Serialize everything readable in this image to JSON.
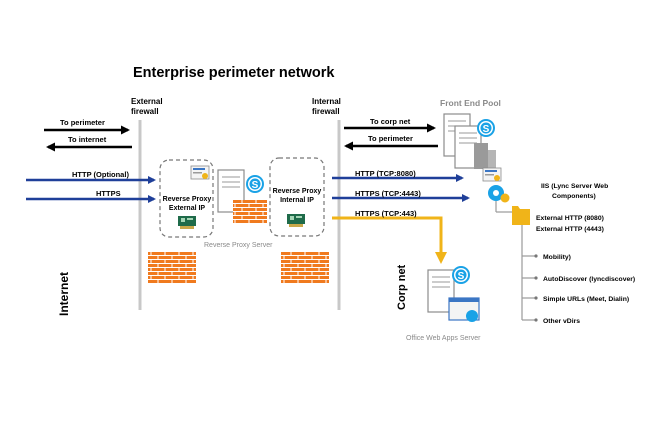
{
  "title": "Enterprise perimeter network",
  "external_firewall": {
    "line1": "External",
    "line2": "firewall"
  },
  "internal_firewall": {
    "line1": "Internal",
    "line2": "firewall"
  },
  "internet_label": "Internet",
  "corp_net_label": "Corp net",
  "left_arrows": {
    "to_perimeter": "To perimeter",
    "to_internet": "To internet",
    "http": "HTTP (Optional)",
    "https": "HTTPS"
  },
  "right_arrows": {
    "to_corp_net": "To corp net",
    "to_perimeter": "To perimeter",
    "http_8080": "HTTP (TCP:8080)",
    "https_4443": "HTTPS (TCP:4443)",
    "https_443": "HTTPS (TCP:443)"
  },
  "reverse_proxy_external": {
    "line1": "Reverse Proxy",
    "line2": "External IP"
  },
  "reverse_proxy_internal": {
    "line1": "Reverse Proxy",
    "line2": "Internal IP"
  },
  "reverse_proxy_server": "Reverse Proxy Server",
  "front_end_pool": "Front End Pool",
  "iis": {
    "line1": "IIS (Lync Server Web",
    "line2": "Components)"
  },
  "external_http": {
    "line1": "External HTTP (8080)",
    "line2": "External HTTP (4443)"
  },
  "vdirs": [
    "Mobility)",
    "AutoDiscover (lyncdiscover)",
    "Simple URLs (Meet, Dialin)",
    "Other vDirs"
  ],
  "office_web_apps_server": "Office Web Apps Server",
  "colors": {
    "blue_arrow": "#1f3f99",
    "yellow_arrow": "#f0b419",
    "black_arrow": "#000000",
    "firewall_line": "#c8c8c8",
    "brick": "#f07a1e",
    "skype": "#1aa2e6"
  },
  "icons": [
    "skype-icon",
    "server-icon",
    "firewall-icon",
    "network-card-icon",
    "gear-icon",
    "folder-icon",
    "building-icon",
    "certificate-icon",
    "web-apps-icon"
  ]
}
